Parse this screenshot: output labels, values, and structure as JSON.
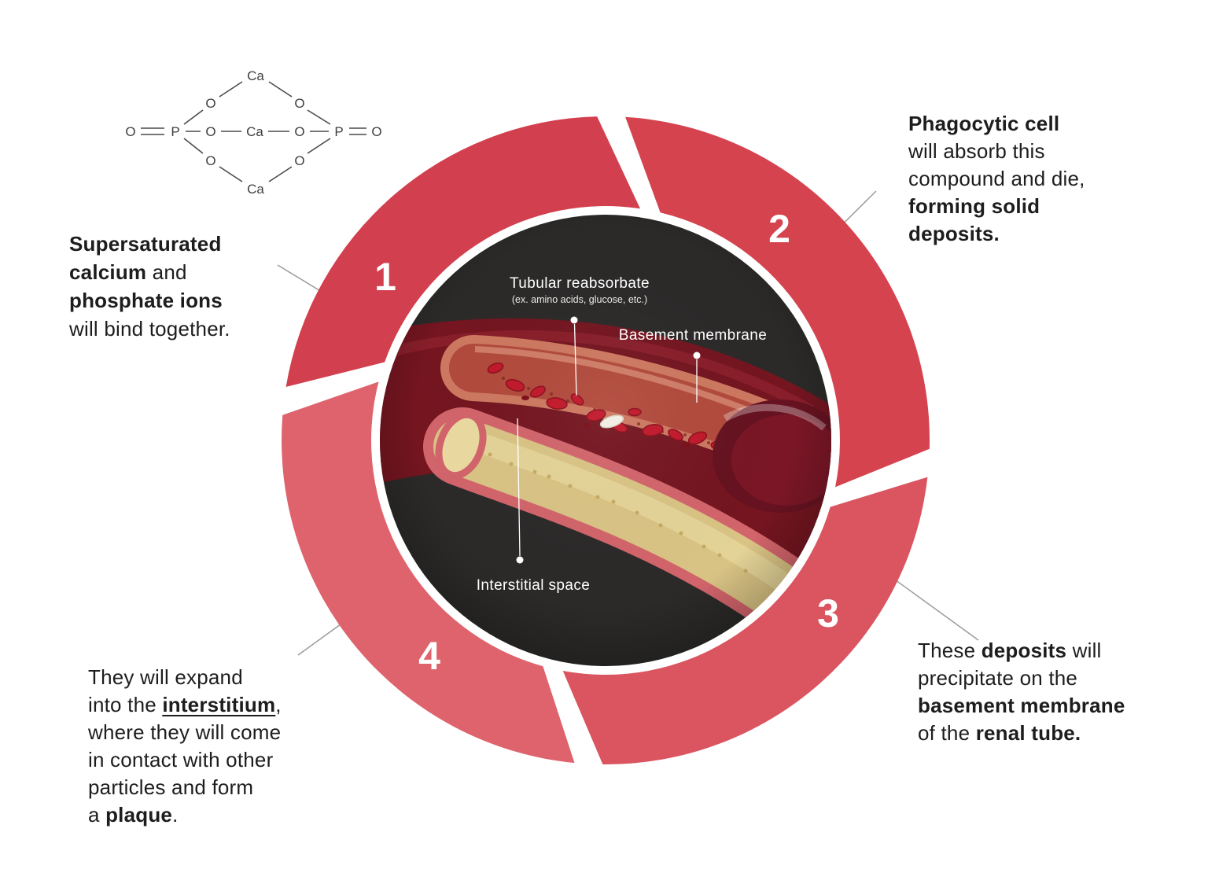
{
  "colors": {
    "ring_1": "#d23f4e",
    "ring_2": "#d5434f",
    "ring_3": "#da5560",
    "ring_4": "#df636d",
    "center_bg": "#2b2a29"
  },
  "chem": {
    "atoms": [
      "Ca",
      "O",
      "O",
      "O",
      "P",
      "O",
      "Ca",
      "O",
      "P",
      "O",
      "O",
      "O",
      "Ca"
    ]
  },
  "center_labels": {
    "tubular_title": "Tubular reabsorbate",
    "tubular_sub": "(ex. amino acids, glucose, etc.)",
    "basement": "Basement membrane",
    "interstitial": "Interstitial space"
  },
  "steps": [
    {
      "number": "1",
      "lines": [
        [
          {
            "t": "Supersaturated",
            "b": true
          }
        ],
        [
          {
            "t": "calcium",
            "b": true
          },
          {
            "t": " and"
          }
        ],
        [
          {
            "t": "phosphate ions",
            "b": true
          }
        ],
        [
          {
            "t": "will bind together."
          }
        ]
      ]
    },
    {
      "number": "2",
      "lines": [
        [
          {
            "t": "Phagocytic cell",
            "b": true
          }
        ],
        [
          {
            "t": "will absorb this"
          }
        ],
        [
          {
            "t": "compound and die,"
          }
        ],
        [
          {
            "t": "forming solid",
            "b": true
          }
        ],
        [
          {
            "t": "deposits.",
            "b": true
          }
        ]
      ]
    },
    {
      "number": "3",
      "lines": [
        [
          {
            "t": "These "
          },
          {
            "t": "deposits",
            "b": true
          },
          {
            "t": " will"
          }
        ],
        [
          {
            "t": "precipitate on the"
          }
        ],
        [
          {
            "t": "basement membrane",
            "b": true
          }
        ],
        [
          {
            "t": "of the "
          },
          {
            "t": "renal tube.",
            "b": true
          }
        ]
      ]
    },
    {
      "number": "4",
      "lines": [
        [
          {
            "t": "They will expand"
          }
        ],
        [
          {
            "t": "into the "
          },
          {
            "t": "interstitium",
            "b": true,
            "u": true
          },
          {
            "t": ","
          }
        ],
        [
          {
            "t": "where they will come"
          }
        ],
        [
          {
            "t": "in contact with other"
          }
        ],
        [
          {
            "t": "particles and form"
          }
        ],
        [
          {
            "t": "a "
          },
          {
            "t": "plaque",
            "b": true
          },
          {
            "t": "."
          }
        ]
      ]
    }
  ]
}
